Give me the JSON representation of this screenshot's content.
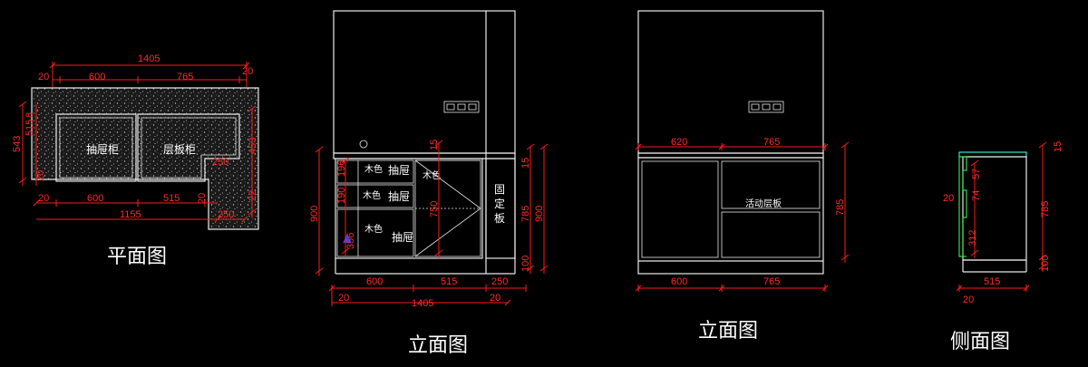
{
  "titles": {
    "plan": "平面图",
    "elevation1": "立面图",
    "elevation2": "立面图",
    "side": "侧面图"
  },
  "plan": {
    "labels": {
      "drawer_cabinet": "抽屉柜",
      "shelf_cabinet": "层板柜"
    },
    "dims": {
      "total_top": "1405",
      "left_end": "20",
      "w600": "600",
      "w765": "765",
      "right_end": "20",
      "h543": "543",
      "h515": "515",
      "h8": "8",
      "h20": "20",
      "r250": "250",
      "r453": "453",
      "r22": "22",
      "r20": "20",
      "b20": "20",
      "b600": "600",
      "b515": "515",
      "b1155": "1155",
      "b250": "250"
    }
  },
  "elevation1": {
    "labels": {
      "wood1": "木色",
      "drawer1": "抽屉",
      "wood2": "木色",
      "drawer2": "抽屉",
      "wood3": "木色",
      "drawer3": "抽屉",
      "wood4": "木色",
      "fixed": [
        "固",
        "定",
        "板"
      ]
    },
    "dims": {
      "h900": "900",
      "d15": "15",
      "d750": "750",
      "r15": "15",
      "r785": "785",
      "r100": "100",
      "r900": "900",
      "v196": "196",
      "v190": "190",
      "v356": "356",
      "b600": "600",
      "b515": "515",
      "b250": "250",
      "b20a": "20",
      "b1405": "1405",
      "b20b": "20"
    }
  },
  "elevation2": {
    "labels": {
      "movable_shelf": "活动层板"
    },
    "dims": {
      "t620": "620",
      "t765": "765",
      "r785": "785",
      "b600": "600",
      "b765": "765"
    }
  },
  "side": {
    "dims": {
      "t15": "15",
      "r785": "785",
      "r100": "100",
      "v57": "57",
      "v74": "74",
      "v312": "312",
      "v20": "20",
      "b515": "515",
      "b20": "20"
    }
  }
}
